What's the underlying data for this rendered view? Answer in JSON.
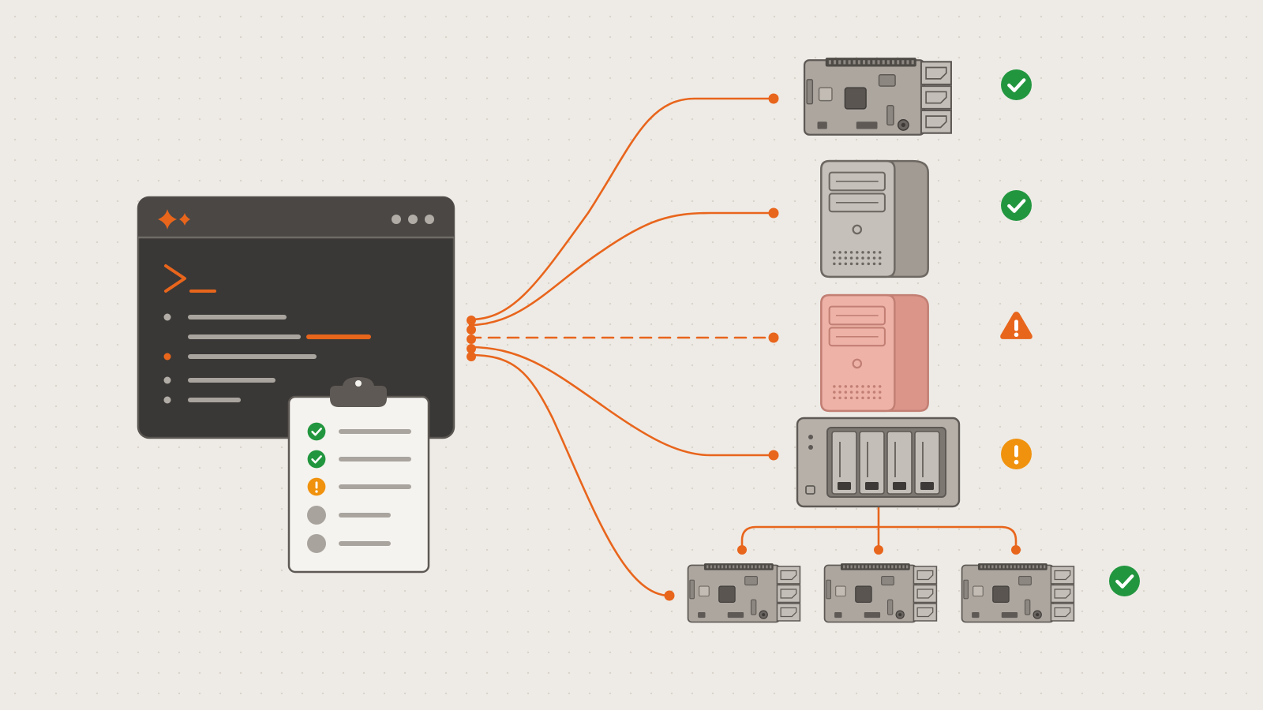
{
  "colors": {
    "background": "#eeebe6",
    "accent": "#e8651c",
    "terminal_body": "#3a3836",
    "terminal_header": "#4a4745",
    "device_gray": "#b6b0a9",
    "device_gray_dark": "#7a746e",
    "device_warning_fill": "#e8a89c",
    "device_warning_stroke": "#c98276",
    "status_ok": "#22963f",
    "status_warning": "#e8651c",
    "status_attention": "#f0920e",
    "status_pending": "#a8a39d"
  },
  "terminal": {
    "logo_icon": "sparkle-icon",
    "prompt_icon": "prompt-chevron-icon",
    "window_controls": [
      "dot",
      "dot",
      "dot"
    ]
  },
  "checklist": {
    "items": [
      {
        "status": "ok",
        "icon": "check-icon"
      },
      {
        "status": "ok",
        "icon": "check-icon"
      },
      {
        "status": "attention",
        "icon": "exclamation-icon"
      },
      {
        "status": "pending",
        "icon": "circle-icon"
      },
      {
        "status": "pending",
        "icon": "circle-icon"
      }
    ]
  },
  "devices": [
    {
      "id": "raspberry-pi",
      "type": "single-board-computer",
      "status": "ok",
      "status_icon": "check-circle-icon",
      "connection": "solid"
    },
    {
      "id": "tower-server",
      "type": "tower-server",
      "status": "ok",
      "status_icon": "check-circle-icon",
      "connection": "solid"
    },
    {
      "id": "tower-server-warning",
      "type": "tower-server",
      "status": "warning",
      "status_icon": "warning-triangle-icon",
      "connection": "dashed"
    },
    {
      "id": "nas",
      "type": "nas-4-bay",
      "status": "attention",
      "status_icon": "exclamation-circle-icon",
      "connection": "solid"
    },
    {
      "id": "pi-cluster",
      "type": "single-board-computer-cluster",
      "count": 3,
      "status": "ok",
      "status_icon": "check-circle-icon",
      "connection": "solid"
    }
  ]
}
